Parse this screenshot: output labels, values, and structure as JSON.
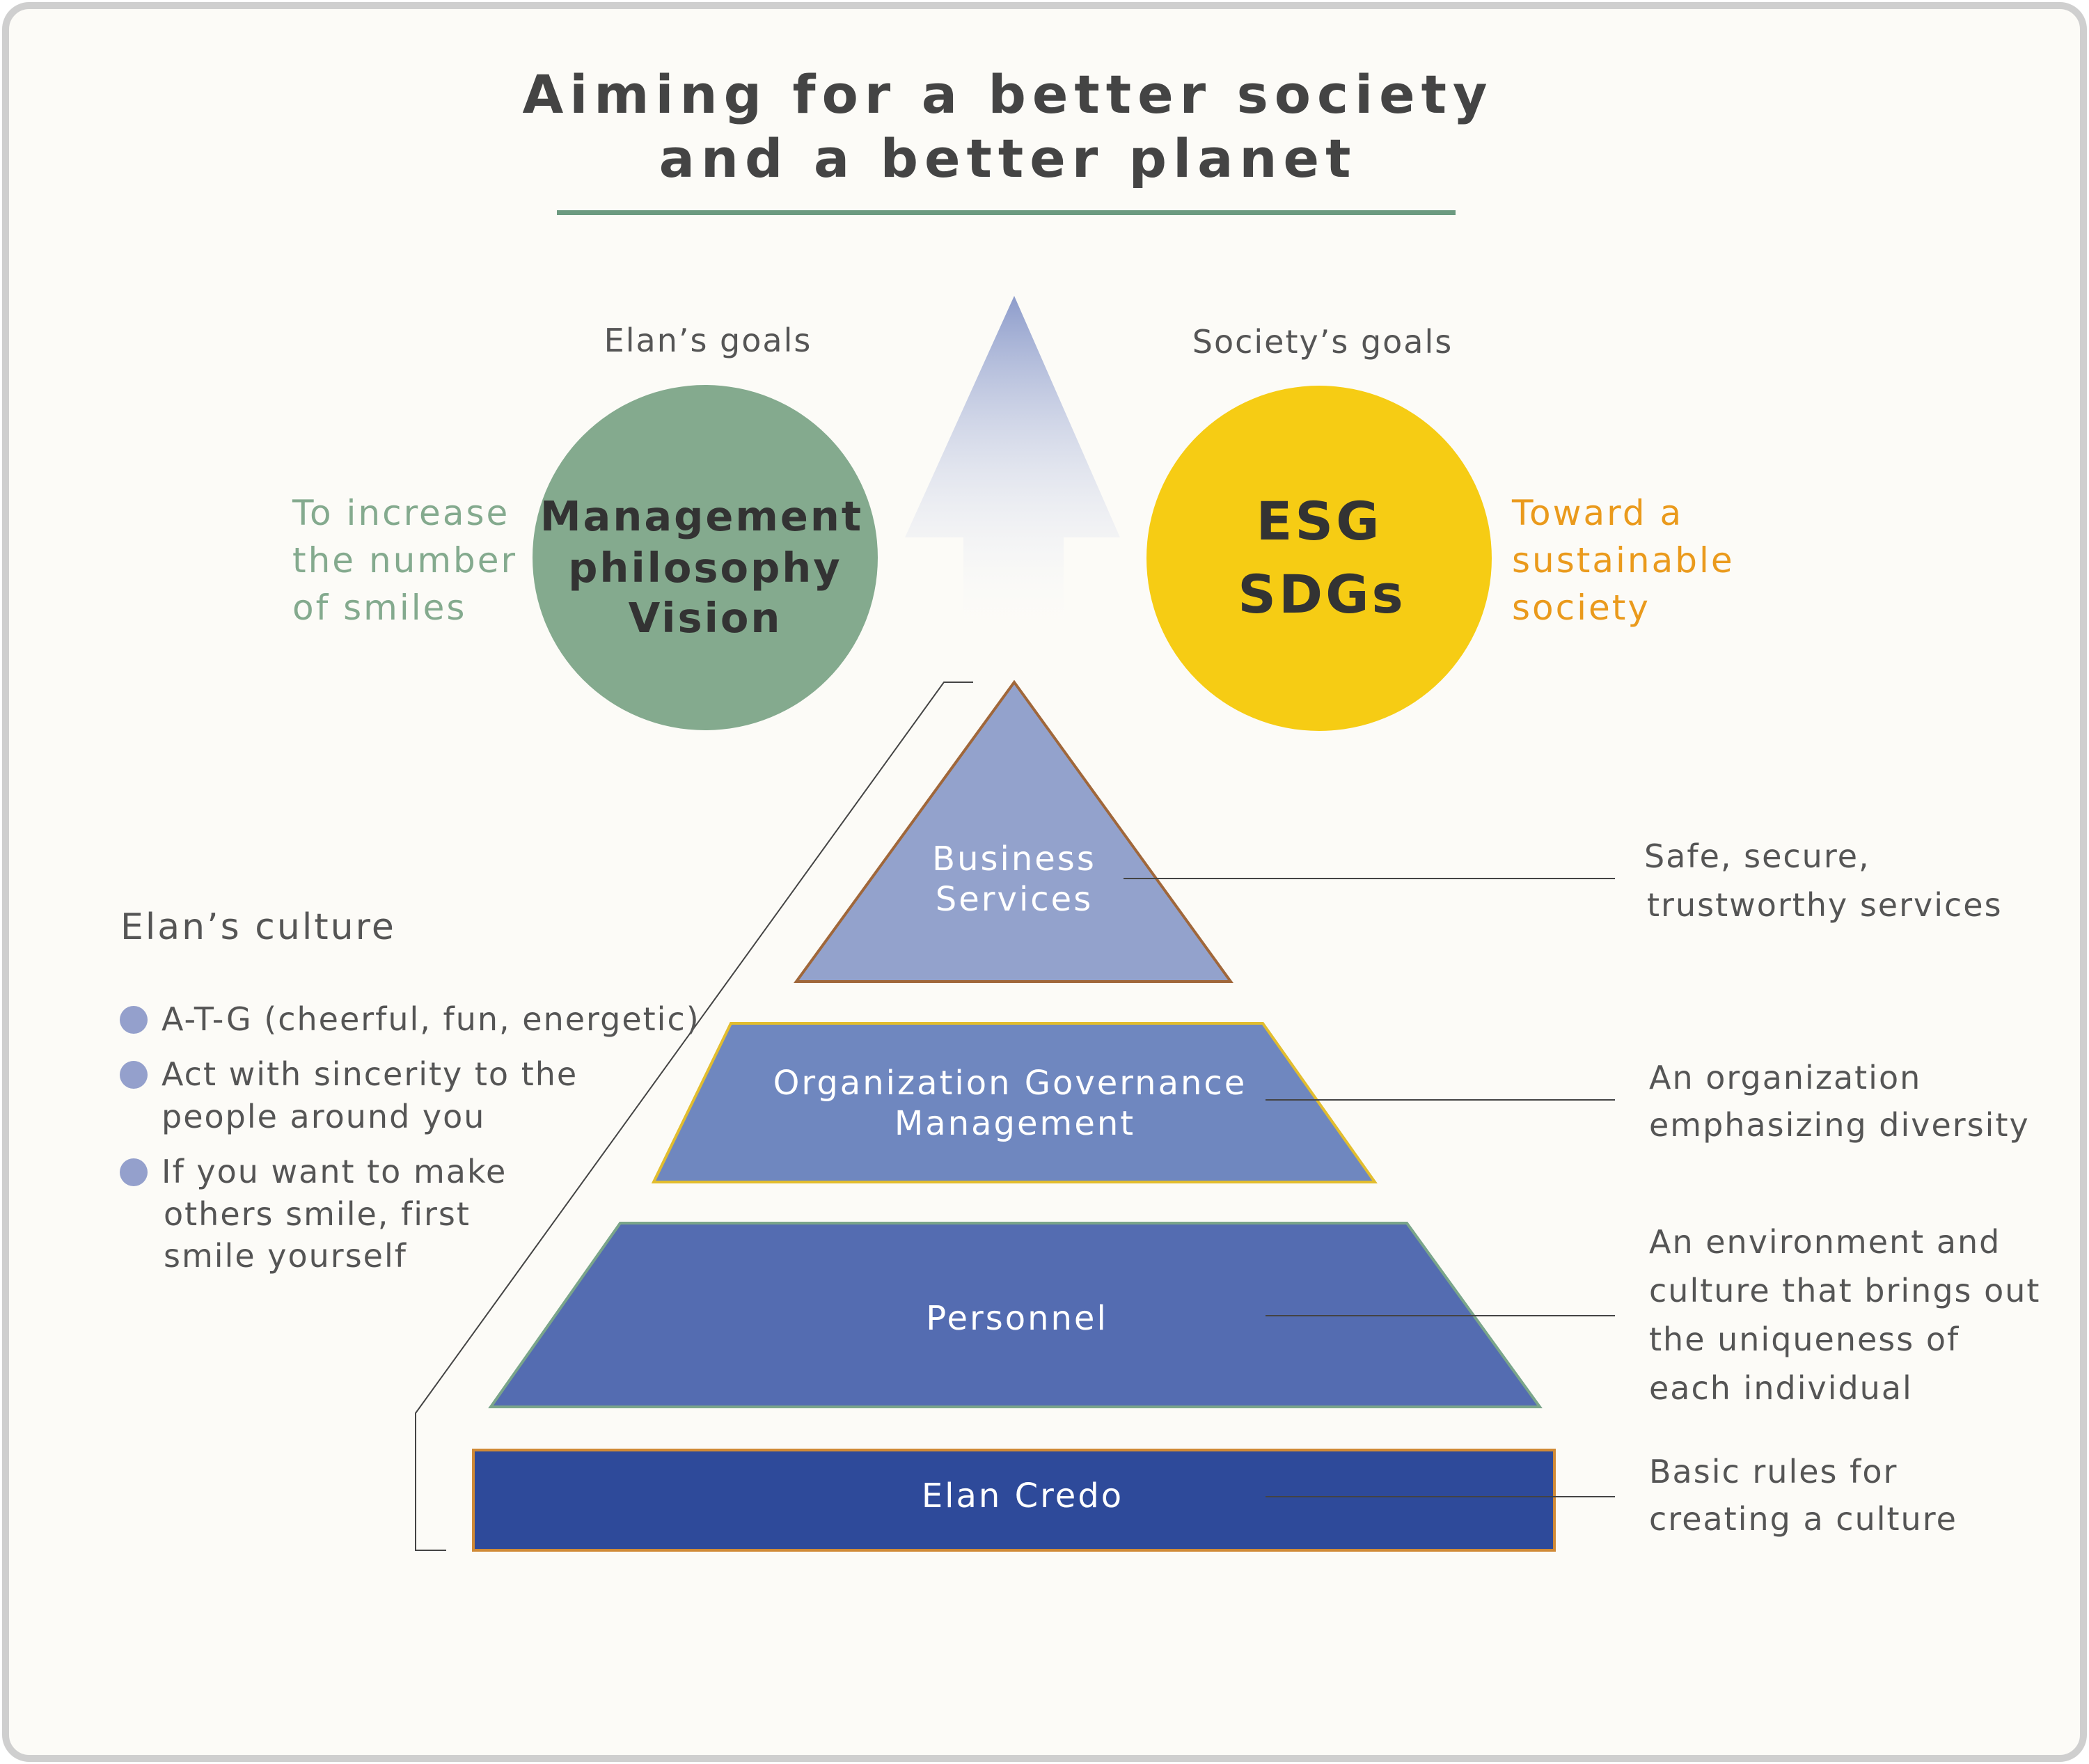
{
  "title": {
    "line1": "Aiming for a better society",
    "line2": "and a better planet"
  },
  "goals": {
    "elan": {
      "caption": "Elan’s goals",
      "circle_lines": [
        "Management",
        "philosophy",
        "Vision"
      ],
      "side_lines": [
        "To increase",
        "the number",
        "of smiles"
      ]
    },
    "society": {
      "caption": "Society’s goals",
      "circle_lines": [
        "ESG",
        "SDGs"
      ],
      "side_lines": [
        "Toward a",
        "sustainable",
        "society"
      ]
    }
  },
  "culture": {
    "heading": "Elan’s culture",
    "items": [
      {
        "lines": [
          "A-T-G (cheerful, fun, energetic)"
        ]
      },
      {
        "lines": [
          "Act with sincerity to the",
          "people around you"
        ]
      },
      {
        "lines": [
          "If you want to make",
          "others smile, first",
          "smile yourself"
        ]
      }
    ]
  },
  "pyramid": {
    "business": {
      "lines": [
        "Business",
        "Services"
      ]
    },
    "organization": {
      "lines": [
        "Organization Governance",
        "Management"
      ]
    },
    "personnel": {
      "lines": [
        "Personnel"
      ]
    },
    "credo": {
      "lines": [
        "Elan Credo"
      ]
    }
  },
  "descriptions": {
    "business": [
      "Safe, secure,",
      "trustworthy services"
    ],
    "organization": [
      "An organization",
      "emphasizing diversity"
    ],
    "personnel": [
      "An environment and",
      "culture that brings out",
      "the uniqueness of",
      "each individual"
    ],
    "credo": [
      "Basic rules for",
      "creating a culture"
    ]
  },
  "colors": {
    "background": "#fcfbf7",
    "frame": "#cfcfcf",
    "title_text": "#444444",
    "title_rule": "#6c9a80",
    "muted_text": "#555555",
    "elan_circle": "#84aa8e",
    "elan_side": "#84aa8e",
    "esg_circle": "#f6cc14",
    "esg_side": "#ea9a1c",
    "arrow_top": "#8d9ccb",
    "business_fill": "#93a2cc",
    "business_stroke": "#a0673a",
    "organization_fill": "#6f87bf",
    "organization_stroke": "#e2bd2e",
    "personnel_fill": "#546cb1",
    "personnel_stroke": "#7aa58a",
    "credo_fill": "#2e4a9a",
    "credo_stroke": "#d08a36",
    "bullet": "#94a0cc",
    "leader": "#444444"
  }
}
